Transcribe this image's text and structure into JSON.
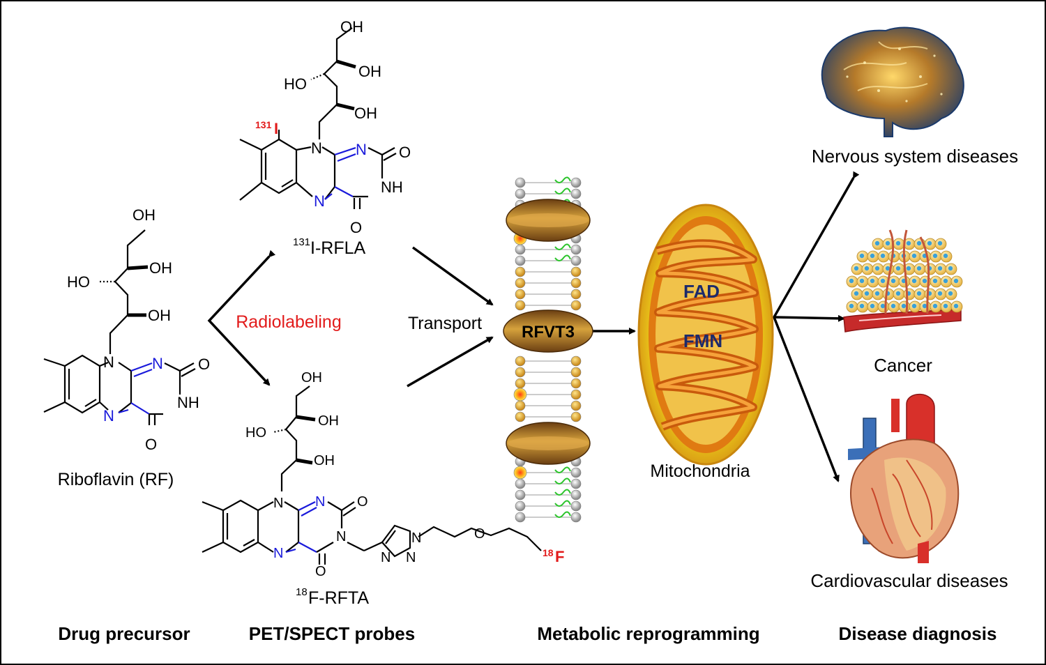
{
  "structures": {
    "riboflavin": {
      "name": "Riboflavin (RF)",
      "atoms": {
        "oh1": "OH",
        "oh2": "OH",
        "ho3": "HO",
        "oh4": "OH",
        "n10": "N",
        "n1": "N",
        "o2": "O",
        "nh3": "NH",
        "n5": "N",
        "o4": "O"
      }
    },
    "i131_rfla": {
      "name_sup": "131",
      "name_rest": "I-RFLA",
      "iodine_sup": "131",
      "iodine": "I",
      "atoms": {
        "oh1": "OH",
        "oh2": "OH",
        "ho3": "HO",
        "oh4": "OH",
        "n10": "N",
        "n1": "N",
        "o2": "O",
        "nh3": "NH",
        "n5": "N",
        "o4": "O"
      }
    },
    "f18_rfta": {
      "name_sup": "18",
      "name_rest": "F-RFTA",
      "fluorine_sup": "18",
      "fluorine": "F",
      "atoms": {
        "oh1": "OH",
        "oh2": "OH",
        "ho3": "HO",
        "oh4": "OH",
        "n10": "N",
        "n1": "N",
        "o2": "O",
        "n3": "N",
        "n5": "N",
        "o4": "O",
        "tn1": "N",
        "tn2": "N",
        "tn3": "N",
        "ether_o": "O"
      }
    }
  },
  "labels": {
    "radiolabeling": "Radiolabeling",
    "transport": "Transport",
    "transporter": "RFVT3",
    "fad": "FAD",
    "fmn": "FMN",
    "mitochondria": "Mitochondria",
    "nervous": "Nervous system diseases",
    "cancer": "Cancer",
    "cardio": "Cardiovascular diseases"
  },
  "footer": {
    "col1": "Drug precursor",
    "col2": "PET/SPECT probes",
    "col3": "Metabolic reprogramming",
    "col4": "Disease diagnosis"
  },
  "colors": {
    "radiolabel_red": "#e21b1b",
    "ring_blue": "#1a1adb",
    "mito_text": "#1c2a6b"
  }
}
